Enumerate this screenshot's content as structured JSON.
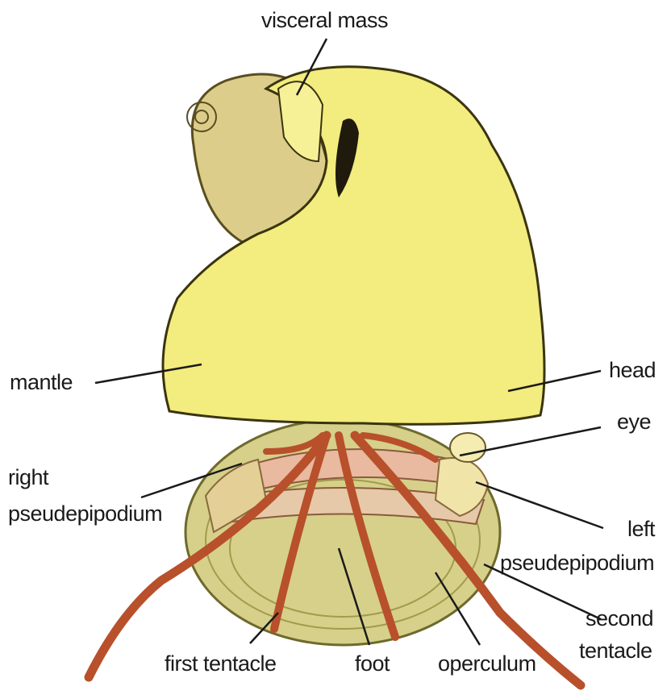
{
  "labels": {
    "visceral_mass": "visceral mass",
    "mantle": "mantle",
    "head": "head",
    "eye": "eye",
    "right_pseudepipodium_line1": "right",
    "right_pseudepipodium_line2": "pseudepipodium",
    "left_pseudepipodium_line1": "left",
    "left_pseudepipodium_line2": "pseudepipodium",
    "second_tentacle_line1": "second",
    "second_tentacle_line2": "tentacle",
    "first_tentacle": "first  tentacle",
    "foot": "foot",
    "operculum": "operculum"
  },
  "colors": {
    "body_yellow": "#f3ec7e",
    "shell_tan": "#dcce8c",
    "tentacle_brown": "#b8502c",
    "foot_olive": "#c9c47a",
    "leader_line": "#1a1a1a"
  }
}
